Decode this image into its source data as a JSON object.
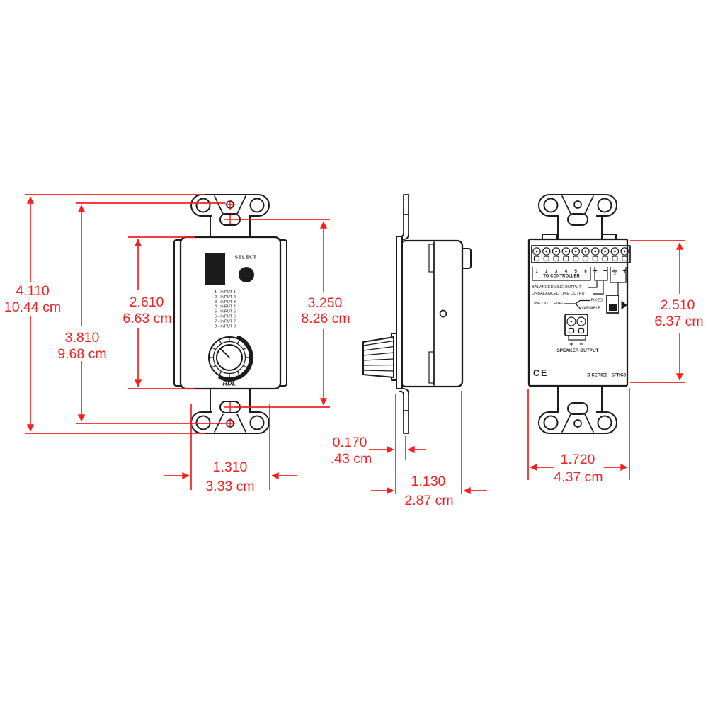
{
  "title": "Wall plate remote control - dimensional drawing, three views",
  "colors": {
    "red": "#f52020",
    "ink": "#1b1b1b",
    "bg": "#ffffff"
  },
  "dimensions": {
    "overall_height": {
      "inches": "4.110",
      "cm": "10.44 cm"
    },
    "screw_spacing": {
      "inches": "3.810",
      "cm": "9.68 cm"
    },
    "plate_body_height": {
      "inches": "2.610",
      "cm": "6.63 cm"
    },
    "slot_spacing": {
      "inches": "3.250",
      "cm": "8.26 cm"
    },
    "bracket_width": {
      "inches": "1.310",
      "cm": "3.33 cm"
    },
    "flange_thickness": {
      "inches": "0.170",
      "cm": ".43 cm"
    },
    "mount_depth": {
      "inches": "1.130",
      "cm": "2.87 cm"
    },
    "rear_box_height": {
      "inches": "2.510",
      "cm": "6.37 cm"
    },
    "rear_box_width": {
      "inches": "1.720",
      "cm": "4.37 cm"
    }
  },
  "front_view": {
    "select_label": "SELECT",
    "inputs": [
      "1 - INPUT 1",
      "2 - INPUT 2",
      "3 - INPUT 3",
      "4 - INPUT 4",
      "5 - INPUT 5",
      "6 - INPUT 6",
      "7 - INPUT 7",
      "8 - INPUT 8"
    ],
    "brand": "RDL"
  },
  "rear_view": {
    "terminal_numbers": [
      "1",
      "2",
      "3",
      "4",
      "5",
      "6"
    ],
    "terminal_plus_a": "+",
    "terminal_minus": "−",
    "terminal_plus_b": "+",
    "to_controller": "TO CONTROLLER",
    "balanced": "BALANCED LINE OUTPUT",
    "unbalanced": "UNBALANCED LINE OUTPUT",
    "line_out_level": "LINE OUT LEVEL",
    "fixed": "FIXED",
    "variable": "VARIABLE",
    "speaker_plus": "+",
    "speaker_minus": "−",
    "speaker_output": "SPEAKER OUTPUT",
    "ce_mark": "CE",
    "model": "D SERIES - SFRC8"
  }
}
